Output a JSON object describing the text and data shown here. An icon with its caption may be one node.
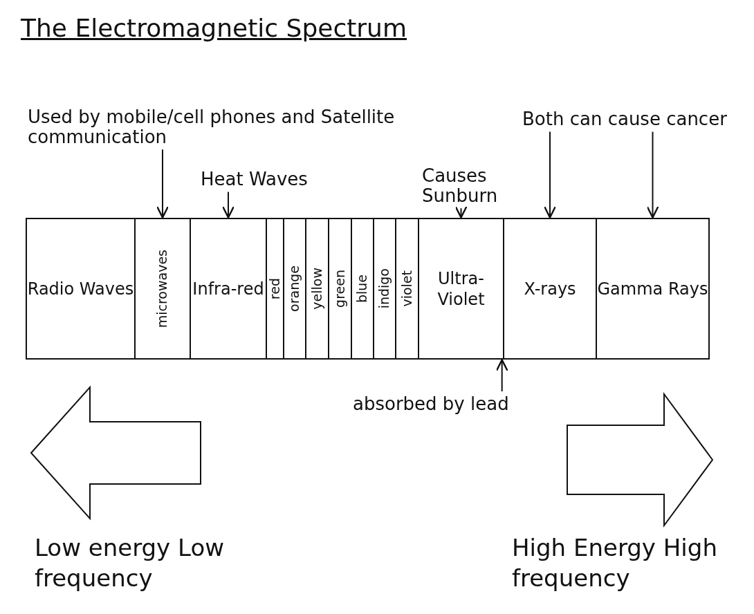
{
  "diagram": {
    "title": "The Electromagnetic Spectrum",
    "nodes": [
      {
        "text": [
          "Radio Waves"
        ]
      },
      {
        "text": [
          "microwaves"
        ]
      },
      {
        "text": [
          "Infra-red"
        ]
      },
      {
        "text": [
          "red"
        ]
      },
      {
        "text": [
          "orange"
        ]
      },
      {
        "text": [
          "yellow"
        ]
      },
      {
        "text": [
          "green"
        ]
      },
      {
        "text": [
          "blue"
        ]
      },
      {
        "text": [
          "indigo"
        ]
      },
      {
        "text": [
          "violet"
        ]
      },
      {
        "text": [
          "Ultra-Violet"
        ]
      },
      {
        "text": [
          "X-rays"
        ]
      },
      {
        "text": [
          "Gamma Rays"
        ]
      },
      {
        "text": [
          "Used by mobile/cell phones and Satellite communication"
        ]
      },
      {
        "text": [
          "Heat Waves"
        ]
      },
      {
        "text": [
          "Causes Sunburn"
        ]
      },
      {
        "text": [
          "Both can cause cancer"
        ]
      },
      {
        "text": [
          "absorbed by lead"
        ]
      }
    ],
    "edges": [
      {
        "from": 13,
        "to": 1,
        "arrow": "to"
      },
      {
        "from": 14,
        "to": 2,
        "arrow": "to"
      },
      {
        "from": 15,
        "to": 10,
        "arrow": "to"
      },
      {
        "from": 16,
        "to": 11,
        "arrow": "to"
      },
      {
        "from": 16,
        "to": 12,
        "arrow": "to"
      },
      {
        "from": 17,
        "to": 11,
        "arrow": "to"
      }
    ],
    "labels": [
      "Low energy Low frequency",
      "High Energy High frequency"
    ]
  }
}
